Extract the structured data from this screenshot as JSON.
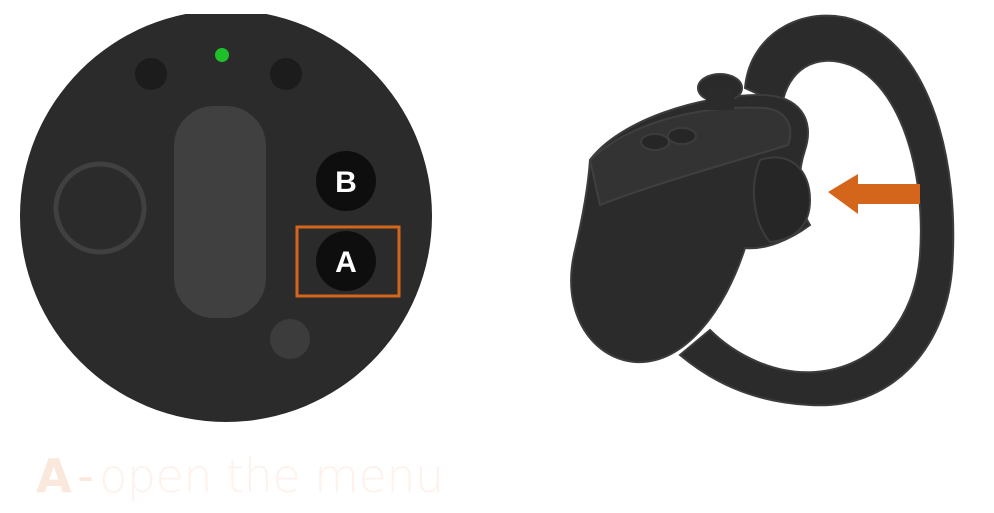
{
  "buttons": {
    "b": {
      "label": "B"
    },
    "a": {
      "label": "A"
    }
  },
  "caption": {
    "key": "A",
    "separator": "-",
    "description": "open the menu"
  },
  "colors": {
    "controller_body": "#2b2b2b",
    "thumbstick_track": "#3f3f3f",
    "status_led": "#1fbf2a",
    "highlight": "#d4661c",
    "arrow": "#d4661c",
    "caption_text": "#fbe8dc"
  }
}
